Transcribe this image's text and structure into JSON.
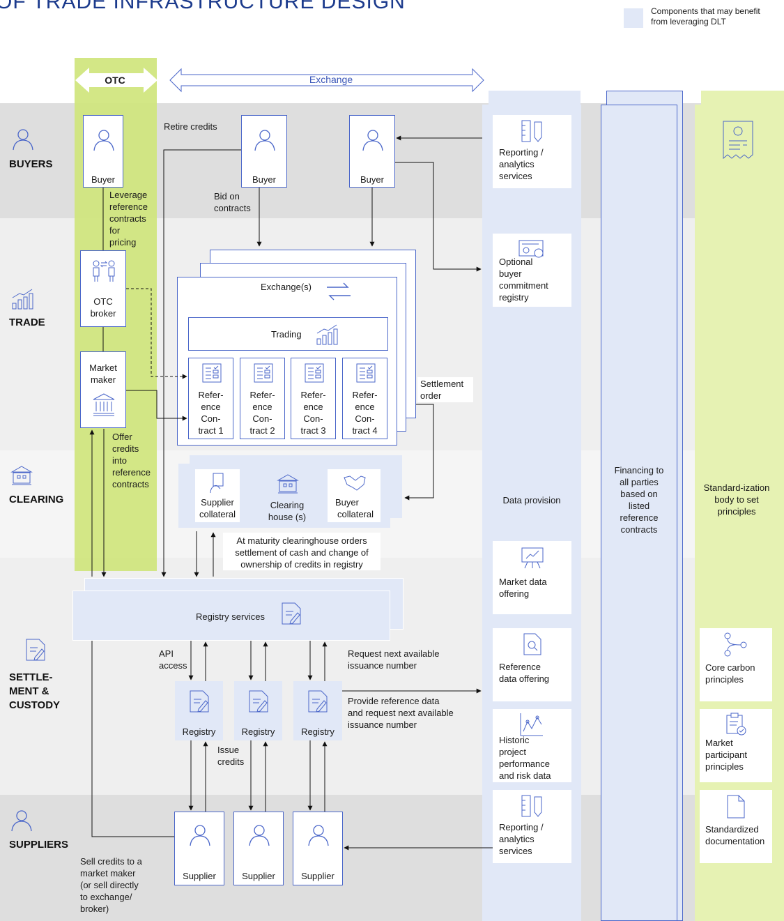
{
  "header": {
    "title": "OF TRADE INFRASTRUCTURE DESIGN",
    "legend_text_1": "Components that may benefit",
    "legend_text_2": "from leveraging DLT"
  },
  "top_arrows": {
    "otc": "OTC",
    "exchange": "Exchange"
  },
  "lanes": {
    "buyers": "BUYERS",
    "trade": "TRADE",
    "clearing": "CLEARING",
    "settlement_1": "SETTLE-",
    "settlement_2": "MENT &",
    "settlement_3": "CUSTODY",
    "suppliers": "SUPPLIERS"
  },
  "buyers": {
    "b1": "Buyer",
    "b2": "Buyer",
    "b3": "Buyer",
    "retire": "Retire credits",
    "bid_1": "Bid on",
    "bid_2": "contracts",
    "leverage_1": "Leverage",
    "leverage_2": "reference",
    "leverage_3": "contracts",
    "leverage_4": "for",
    "leverage_5": "pricing"
  },
  "trade": {
    "otc_broker_1": "OTC",
    "otc_broker_2": "broker",
    "market_maker_1": "Market",
    "market_maker_2": "maker",
    "exchanges": "Exchange(s)",
    "trading": "Trading",
    "contracts": [
      [
        "Refer-",
        "ence",
        "Con-",
        "tract 1"
      ],
      [
        "Refer-",
        "ence",
        "Con-",
        "tract 2"
      ],
      [
        "Refer-",
        "ence",
        "Con-",
        "tract 3"
      ],
      [
        "Refer-",
        "ence",
        "Con-",
        "tract 4"
      ]
    ],
    "settlement_1": "Settlement",
    "settlement_2": "order",
    "offer_1": "Offer",
    "offer_2": "credits",
    "offer_3": "into",
    "offer_4": "reference",
    "offer_5": "contracts"
  },
  "clearing": {
    "supplier_collateral_1": "Supplier",
    "supplier_collateral_2": "collateral",
    "clearing_house_1": "Clearing",
    "clearing_house_2": "house (s)",
    "buyer_collateral_1": "Buyer",
    "buyer_collateral_2": "collateral",
    "maturity_1": "At maturity clearinghouse orders",
    "maturity_2": "settlement of cash and change of",
    "maturity_3": "ownership of credits in registry"
  },
  "settlement": {
    "registry_services": "Registry services",
    "api_1": "API",
    "api_2": "access",
    "registry": [
      "Registry",
      "Registry",
      "Registry"
    ],
    "issue_1": "Issue",
    "issue_2": "credits",
    "request_1": "Request next available",
    "request_2": "issuance number",
    "provide_1": "Provide reference data",
    "provide_2": "and request next available",
    "provide_3": "issuance number"
  },
  "suppliers": {
    "s": [
      "Supplier",
      "Supplier",
      "Supplier"
    ],
    "sell_1": "Sell credits to a",
    "sell_2": "market maker",
    "sell_3": "(or sell directly",
    "sell_4": "to exchange/",
    "sell_5": "broker)"
  },
  "data_column": {
    "reporting_1": [
      "Reporting /",
      "analytics",
      "services"
    ],
    "optional": [
      "Optional",
      "buyer",
      "commitment",
      "registry"
    ],
    "data_provision": "Data provision",
    "market_data": [
      "Market data",
      "offering"
    ],
    "reference_data": [
      "Reference",
      "data offering"
    ],
    "historic": [
      "Historic",
      "project",
      "performance",
      "and risk data"
    ],
    "reporting_2": [
      "Reporting /",
      "analytics",
      "services"
    ]
  },
  "financing": [
    "Financing to",
    "all parties",
    "based on",
    "listed",
    "reference",
    "contracts"
  ],
  "standards": {
    "body": [
      "Standard-ization",
      "body to set",
      "principles"
    ],
    "core": [
      "Core carbon",
      "principles"
    ],
    "participant": [
      "Market",
      "participant",
      "principles"
    ],
    "doc": [
      "Standardized",
      "documentation"
    ]
  },
  "colors": {
    "blue": "#4a66c9",
    "dlt": "#e1e8f7",
    "green": "#cfe57c",
    "green_light": "#e6f2b3"
  }
}
